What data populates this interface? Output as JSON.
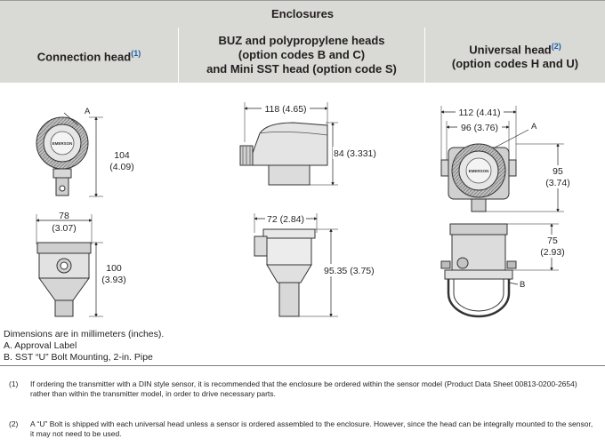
{
  "table": {
    "title": "Enclosures",
    "columns": [
      {
        "title": "Connection head",
        "footnote": "(1)",
        "subtitle_lines": []
      },
      {
        "title": "BUZ and polypropylene heads",
        "footnote": "",
        "subtitle_lines": [
          "(option codes B and C)",
          "and Mini SST head (option code S)"
        ]
      },
      {
        "title": "Universal head",
        "footnote": "(2)",
        "subtitle_lines": [
          "(option codes H and U)"
        ]
      }
    ]
  },
  "dimensions": {
    "conn_height_top": [
      "104",
      "(4.09)"
    ],
    "conn_width": [
      "78",
      "(3.07)"
    ],
    "conn_height_bottom": [
      "100",
      "(3.93)"
    ],
    "buz_width": "118 (4.65)",
    "buz_height": "84 (3.331)",
    "mini_width": "72 (2.84)",
    "mini_height": "95.35 (3.75)",
    "univ_width_outer": "112 (4.41)",
    "univ_width_inner": "96 (3.76)",
    "univ_height_top": [
      "95",
      "(3.74)"
    ],
    "univ_height_bottom": [
      "75",
      "(2.93)"
    ],
    "label_a": "A",
    "label_b": "B",
    "brand_mark": "EMERSON"
  },
  "notes": {
    "lines": [
      "Dimensions are in millimeters (inches).",
      "A. Approval Label",
      "B. SST “U” Bolt Mounting, 2-in. Pipe"
    ]
  },
  "footnotes": [
    {
      "num": "(1)",
      "text": "If ordering the transmitter with a DIN style sensor, it is recommended that the enclosure be ordered within the sensor model (Product Data Sheet 00813-0200-2654) rather than within the transmitter model, in order to drive necessary parts."
    },
    {
      "num": "(2)",
      "text": "A “U” Bolt is shipped with each universal head unless a sensor is ordered assembled to the enclosure. However, since the head can be integrally mounted to the sensor, it may not need to be used."
    }
  ]
}
